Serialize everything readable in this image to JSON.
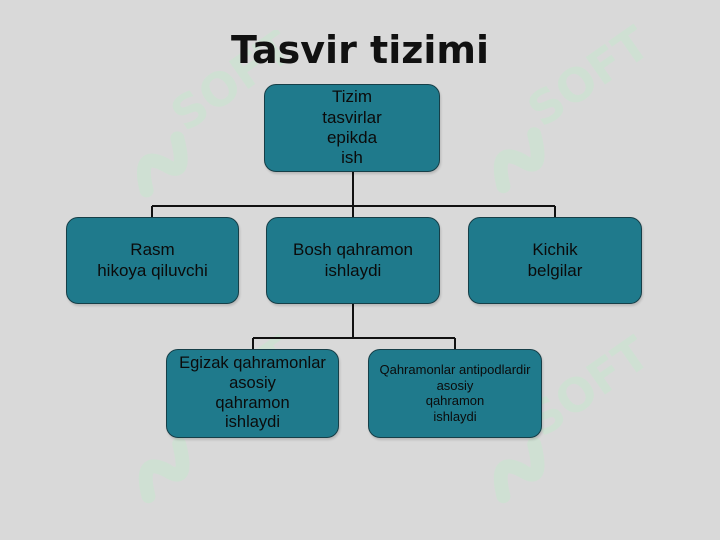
{
  "title": "Tasvir tizimi",
  "watermark": "SOFT",
  "colors": {
    "box_fill": "#1f7a8c",
    "box_border": "#163f48",
    "connector": "#111111",
    "background": "#d9d9d9",
    "watermark": "#c6e3cd"
  },
  "nodes": {
    "root": {
      "lines": [
        "Tizim",
        "tasvirlar",
        "epikda",
        "ish"
      ]
    },
    "rasm": {
      "lines": [
        "Rasm",
        "hikoya qiluvchi"
      ]
    },
    "bosh": {
      "lines": [
        "Bosh qahramon",
        "ishlaydi"
      ]
    },
    "kichik": {
      "lines": [
        "Kichik",
        "belgilar"
      ]
    },
    "egizak": {
      "lines": [
        "Egizak qahramonlar",
        "asosiy",
        "qahramon",
        "ishlaydi"
      ]
    },
    "antipod": {
      "lines": [
        "Qahramonlar antipodlardir",
        "asosiy",
        "qahramon",
        "ishlaydi"
      ]
    }
  }
}
